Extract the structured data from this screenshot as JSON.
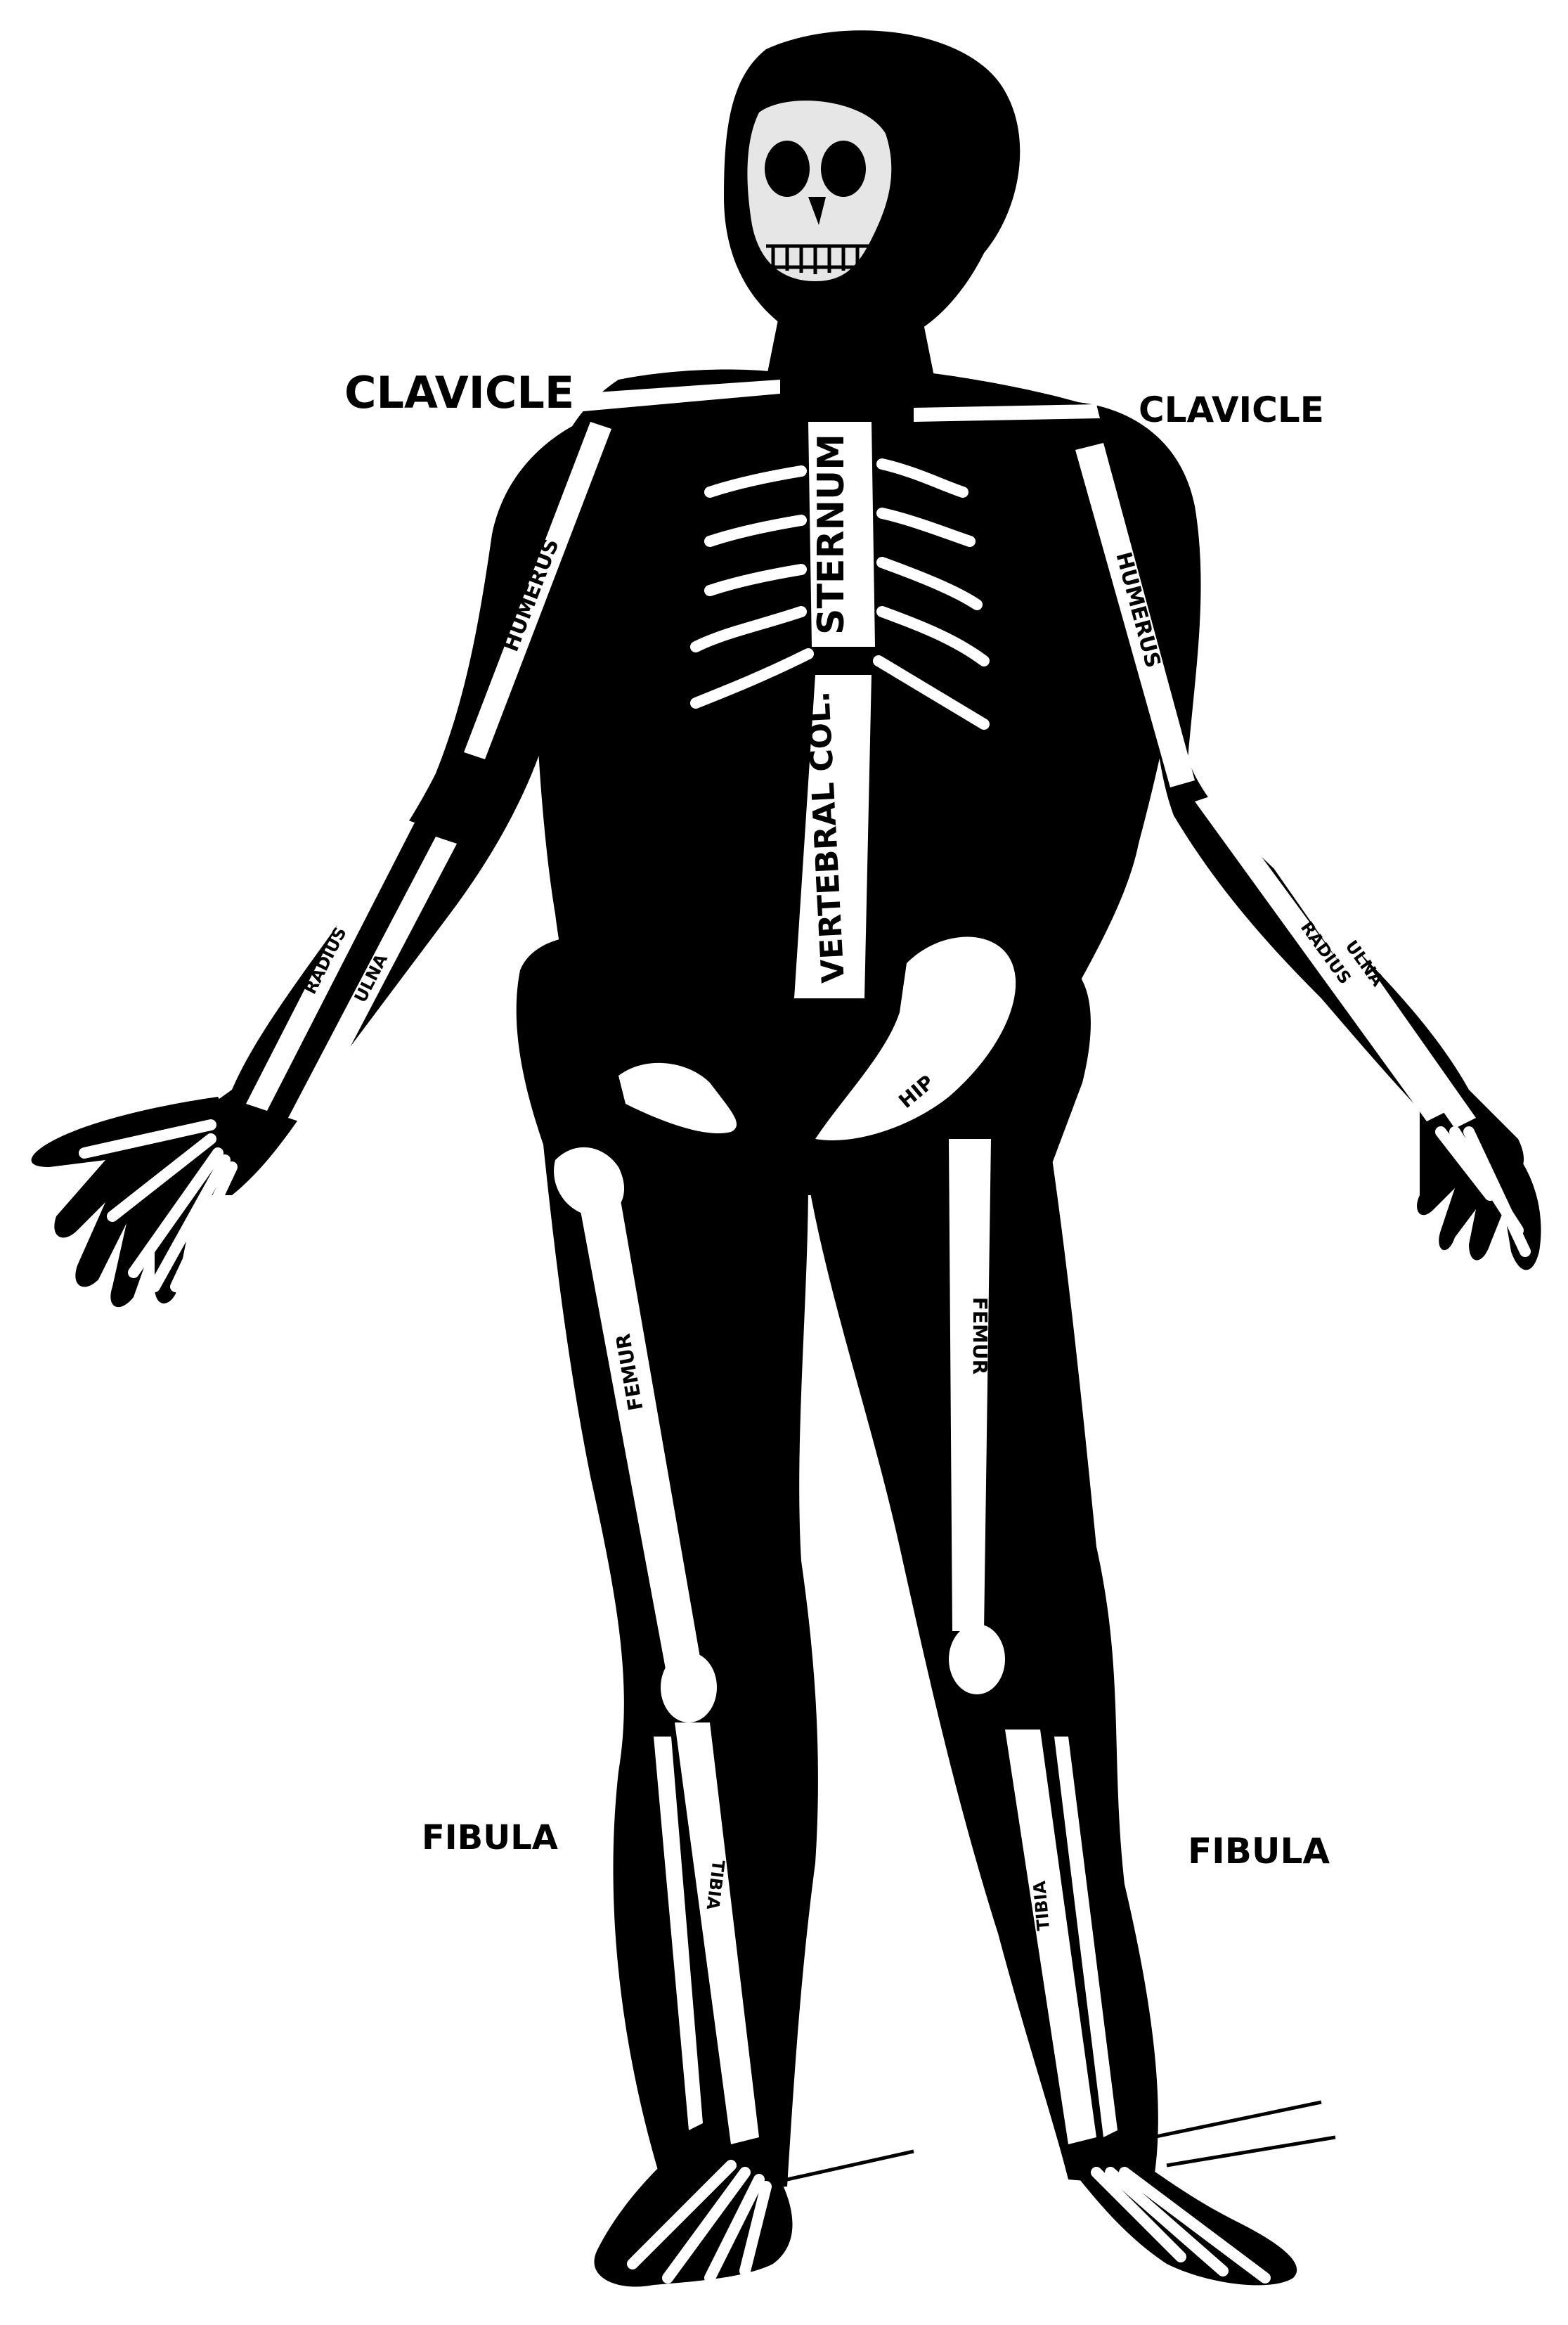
{
  "labels": {
    "clavicle_left": "CLAVICLE",
    "clavicle_right": "CLAVICLE",
    "fibula_left": "FIBULA",
    "fibula_right": "FIBULA",
    "sternum": "STERNUM",
    "vertebral_col": "VERTEBRAL COL.",
    "humerus_left": "HUMERUS",
    "humerus_right": "HUMERUS",
    "radius_left": "RADIUS",
    "ulna_left": "ULNA",
    "radius_right": "RADIUS",
    "ulna_right": "ULNA",
    "hip": "HIP",
    "femur_left": "FEMUR",
    "femur_right": "FEMUR",
    "tibia_left": "TIBIA",
    "tibia_right": "TIBIA"
  },
  "colors": {
    "ink": "#000000",
    "paper": "#ffffff"
  }
}
